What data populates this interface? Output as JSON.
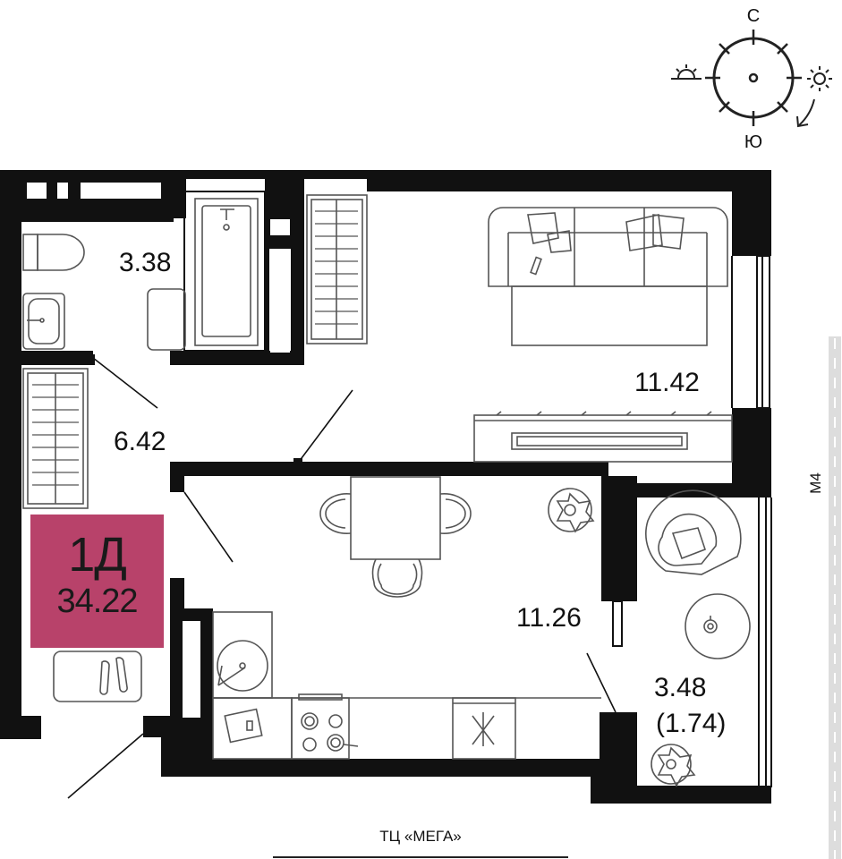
{
  "apartment": {
    "type": "1Д",
    "total_area": "34.22"
  },
  "rooms": [
    {
      "id": "bathroom",
      "area": "3.38"
    },
    {
      "id": "hallway",
      "area": "6.42"
    },
    {
      "id": "living-room",
      "area": "11.42"
    },
    {
      "id": "kitchen",
      "area": "11.26"
    },
    {
      "id": "balcony",
      "area": "3.48",
      "reduced_area": "(1.74)"
    }
  ],
  "compass": {
    "north": "С",
    "south": "Ю"
  },
  "surroundings": {
    "east_road": "М4",
    "south_landmark": "ТЦ «МЕГА»"
  },
  "colors": {
    "badge": "#b8426a",
    "walls": "#111111",
    "furniture_stroke": "#555555"
  }
}
